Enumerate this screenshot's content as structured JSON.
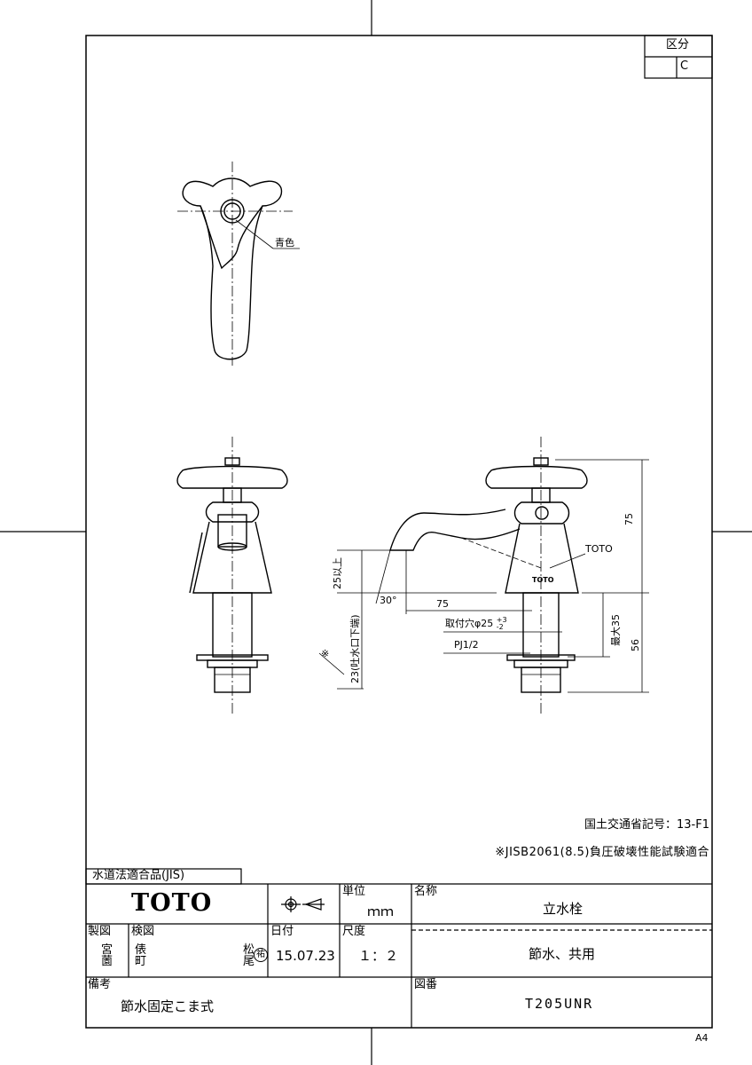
{
  "zone": {
    "label": "区分",
    "value": "C"
  },
  "drawing": {
    "label_color_blue": "青色",
    "brand_mark": "TOTO",
    "dim_75_height": "75",
    "dim_75_spout": "75",
    "dim_25": "25以上",
    "dim_30": "30°",
    "dim_hole": "取付穴φ25",
    "dim_hole_tol_plus": "+3",
    "dim_hole_tol_minus": "-2",
    "dim_pj": "PJ1/2",
    "dim_max35": "最大35",
    "dim_56": "56",
    "dim_23": "23(吐水口下端)",
    "note_mark": "※"
  },
  "notes": {
    "registration": "国土交通省記号：13-F1",
    "jis_test": "※JISB2061(8.5)負圧破壊性能試験適合"
  },
  "title_block": {
    "water_law": "水道法適合品(JIS)",
    "logo": "TOTO",
    "unit_label": "単位",
    "unit_value": "ｍｍ",
    "name_label": "名称",
    "name_value": "立水栓",
    "made_label": "製図",
    "made_value": "宮薗",
    "check_label": "検図",
    "check_value": "俵町",
    "approve_value": "松尾",
    "approve_stamp": "祐",
    "date_label": "日付",
    "date_value": "15.07.23",
    "scale_label": "尺度",
    "scale_value": "１：２",
    "subname_value": "節水、共用",
    "remarks_label": "備考",
    "remarks_value": "節水固定こま式",
    "drawing_no_label": "図番",
    "drawing_no_value": "T205UNR"
  },
  "paper_size": "A4"
}
